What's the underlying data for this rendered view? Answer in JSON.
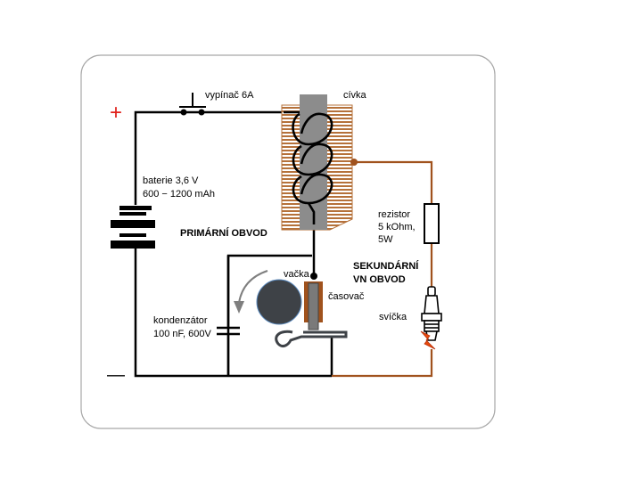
{
  "colors": {
    "frame": "#a8a8a8",
    "primary_wire": "#000000",
    "secondary_wire": "#a0521d",
    "plus_sign": "#e0201a",
    "core": "#8c8c8c",
    "winding": "#b5713a",
    "cam": "#3e4247",
    "timer": "#a0521d",
    "spark": "#e84a0c"
  },
  "labels": {
    "plus": "+",
    "minus": "—",
    "switch": "vypínač 6A",
    "coil": "cívka",
    "battery_line1": "baterie 3,6 V",
    "battery_line2": "600 − 1200 mAh",
    "primary_circuit": "PRIMÁRNÍ OBVOD",
    "resistor_line1": "rezistor",
    "resistor_line2": "5 kOhm,",
    "resistor_line3": "5W",
    "secondary_line1": "SEKUNDÁRNÍ",
    "secondary_line2": "VN OBVOD",
    "cam": "vačka",
    "timer": "časovač",
    "spark_plug": "svíčka",
    "capacitor_line1": "kondenzátor",
    "capacitor_line2": "100 nF, 600V"
  }
}
